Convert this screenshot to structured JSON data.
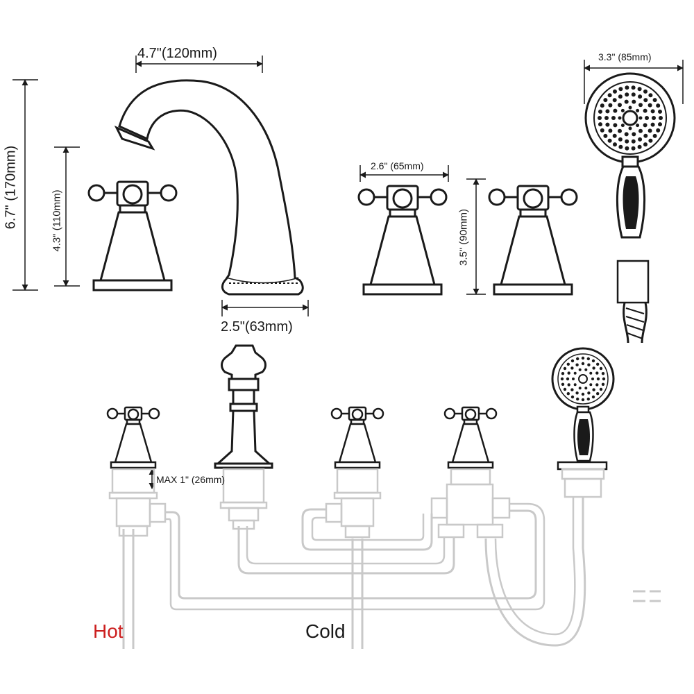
{
  "dimensions": {
    "spout_width": "4.7\"(120mm)",
    "overall_height": "6.7\" (170mm)",
    "handle_height": "4.3\" (110mm)",
    "spout_base": "2.5\"(63mm)",
    "handle_width": "2.6\" (65mm)",
    "valve_height": "3.5\" (90mm)",
    "shower_head": "3.3\" (85mm)",
    "max_deck": "MAX 1\" (26mm)"
  },
  "labels": {
    "hot": "Hot",
    "cold": "Cold"
  },
  "colors": {
    "hot": "#cc1f1f",
    "ink": "#1a1a1a",
    "pipe": "#c9c9c9"
  }
}
